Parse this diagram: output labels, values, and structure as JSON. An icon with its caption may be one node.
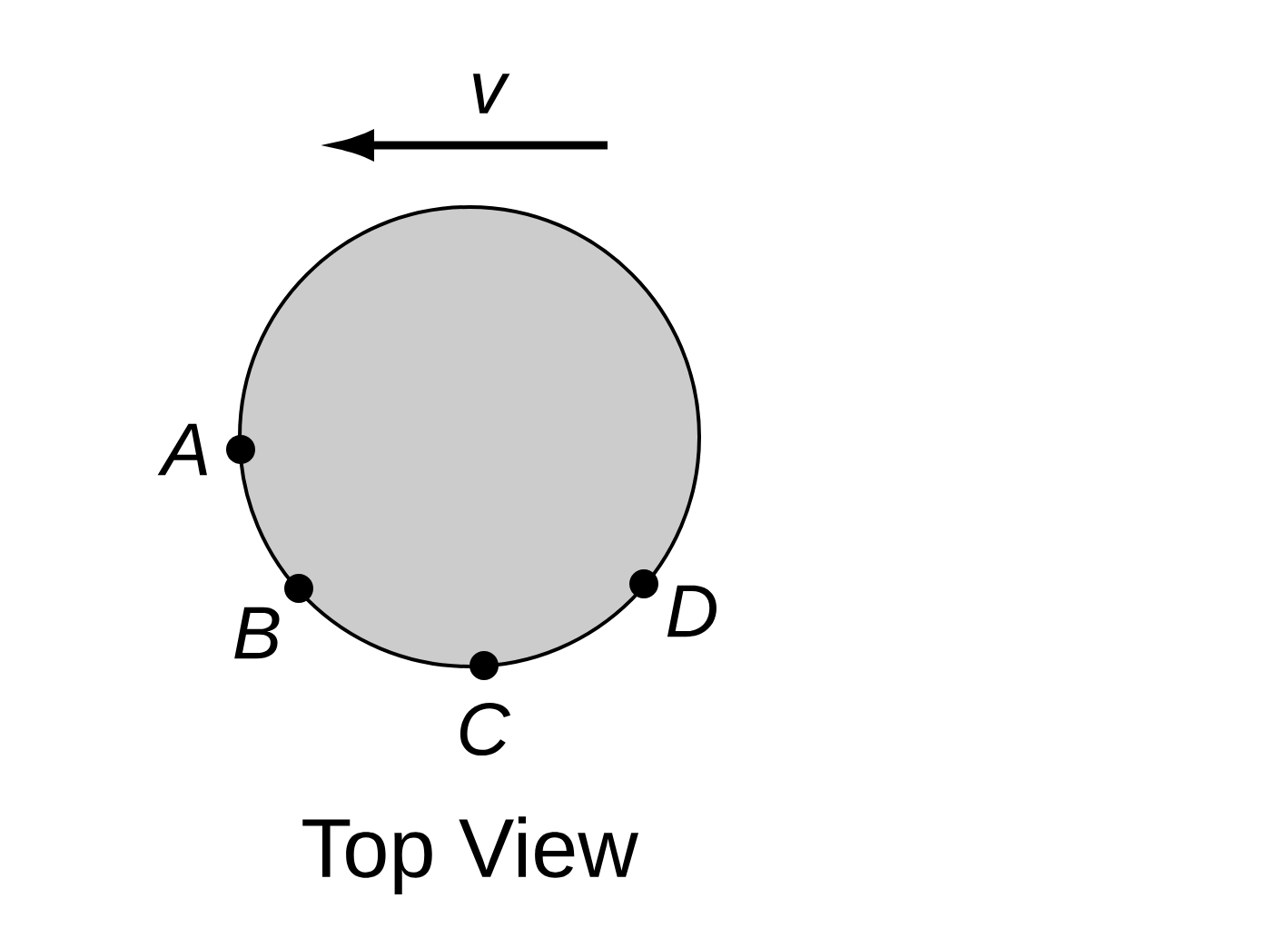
{
  "diagram": {
    "caption": "Top View",
    "labels": [
      "v",
      "A",
      "B",
      "C",
      "D"
    ]
  }
}
